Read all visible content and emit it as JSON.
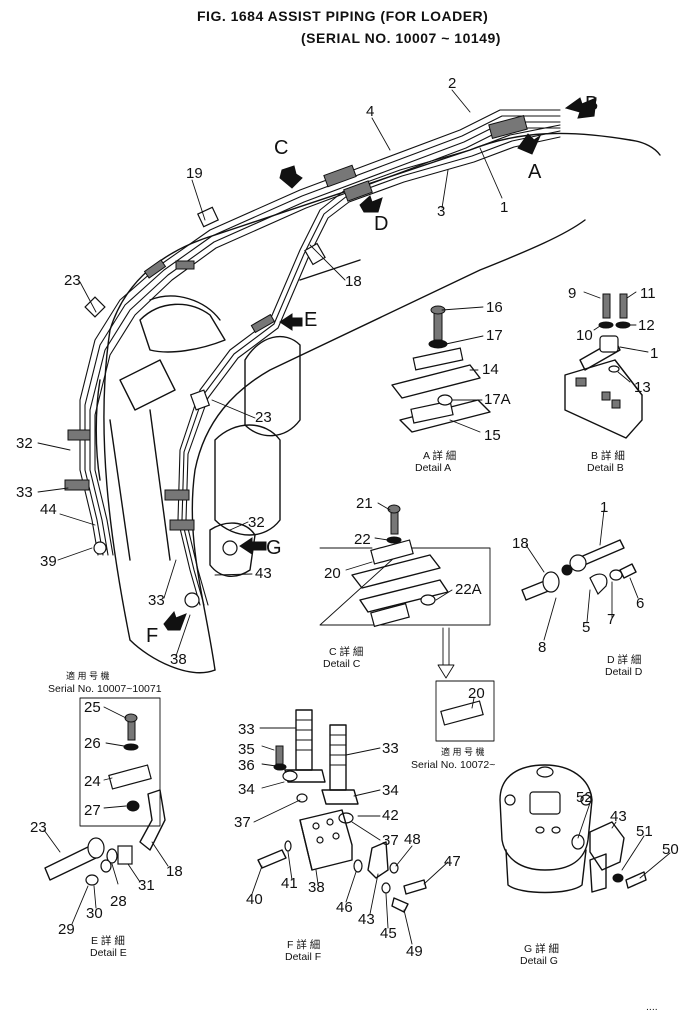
{
  "title": {
    "line1": "FIG. 1684   ASSIST PIPING (FOR LOADER)",
    "line2": "(SERIAL NO. 10007 ~ 10149)"
  },
  "view_letters": [
    "A",
    "B",
    "C",
    "D",
    "E",
    "F",
    "G"
  ],
  "main_callouts": [
    "1",
    "2",
    "3",
    "4",
    "18",
    "19",
    "23",
    "23",
    "32",
    "32",
    "33",
    "33",
    "38",
    "39",
    "43",
    "44"
  ],
  "details": {
    "a": {
      "callouts": [
        "14",
        "15",
        "16",
        "17",
        "17A"
      ],
      "caption_jp": "A 詳 細",
      "caption": "Detail A"
    },
    "b": {
      "callouts": [
        "1",
        "9",
        "10",
        "11",
        "12",
        "13"
      ],
      "caption_jp": "B 詳 細",
      "caption": "Detail B"
    },
    "c": {
      "callouts": [
        "20",
        "21",
        "22",
        "22A"
      ],
      "caption_jp": "C 詳 細",
      "caption": "Detail C"
    },
    "c_alt": {
      "callouts": [
        "20"
      ],
      "applicable_jp": "適 用 号 機",
      "serial": "Serial No. 10072~"
    },
    "d": {
      "callouts": [
        "1",
        "5",
        "6",
        "7",
        "8",
        "18"
      ],
      "caption_jp": "D 詳 細",
      "caption": "Detail D"
    },
    "e": {
      "callouts": [
        "18",
        "23",
        "24",
        "25",
        "26",
        "27",
        "28",
        "29",
        "30",
        "31"
      ],
      "applicable_jp": "適 用 号 機",
      "serial": "Serial No. 10007~10071",
      "caption_jp": "E 詳 細",
      "caption": "Detail E"
    },
    "f": {
      "callouts": [
        "33",
        "33",
        "34",
        "34",
        "35",
        "36",
        "37",
        "37",
        "38",
        "40",
        "41",
        "42",
        "43",
        "45",
        "46",
        "47",
        "48",
        "49"
      ],
      "caption_jp": "F 詳 細",
      "caption": "Detail F"
    },
    "g": {
      "callouts": [
        "43",
        "50",
        "51",
        "52"
      ],
      "caption_jp": "G 詳 細",
      "caption": "Detail G"
    }
  },
  "corner_mark": "...."
}
